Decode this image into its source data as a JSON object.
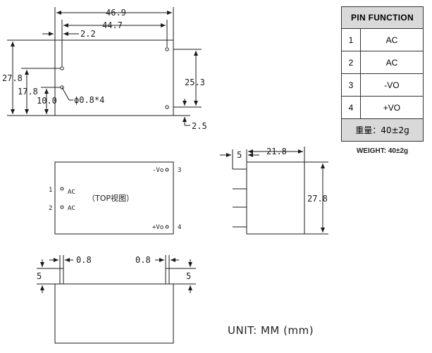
{
  "pin_table": {
    "header": "PIN FUNCTION",
    "rows": [
      {
        "pin": "1",
        "function": "AC"
      },
      {
        "pin": "2",
        "function": "AC"
      },
      {
        "pin": "3",
        "function": "-VO"
      },
      {
        "pin": "4",
        "function": "+VO"
      }
    ],
    "weight_cn": "重量：40±2g"
  },
  "weight_en": "WEIGHT: 40±2g",
  "unit": "UNIT: MM (mm)",
  "top_view": {
    "dim_overall_width": "46.9",
    "dim_pin_span": "44.7",
    "dim_pin_offset": "2.2",
    "dim_height": "27.8",
    "dim_ac_pin_y": "17.8",
    "dim_ac2_pin_y": "10.0",
    "dim_pin_diameter": "ϕ0.8*4",
    "dim_out_pin_span": "25.3",
    "dim_out_pin_offset": "2.5"
  },
  "bottom_view": {
    "title": "（TOP视图）",
    "pin1_num": "1",
    "pin1_label": "AC",
    "pin2_num": "2",
    "pin2_label": "AC",
    "pin3_num": "3",
    "pin3_label": "-Vo",
    "pin4_num": "4",
    "pin4_label": "+Vo"
  },
  "side_view": {
    "dim_pin_length": "5",
    "dim_depth": "21.8",
    "dim_height": "27.8"
  },
  "front_view": {
    "dim_pin_width_left": "0.8",
    "dim_pin_width_right": "0.8",
    "dim_pin_len_left": "5",
    "dim_pin_len_right": "5"
  }
}
